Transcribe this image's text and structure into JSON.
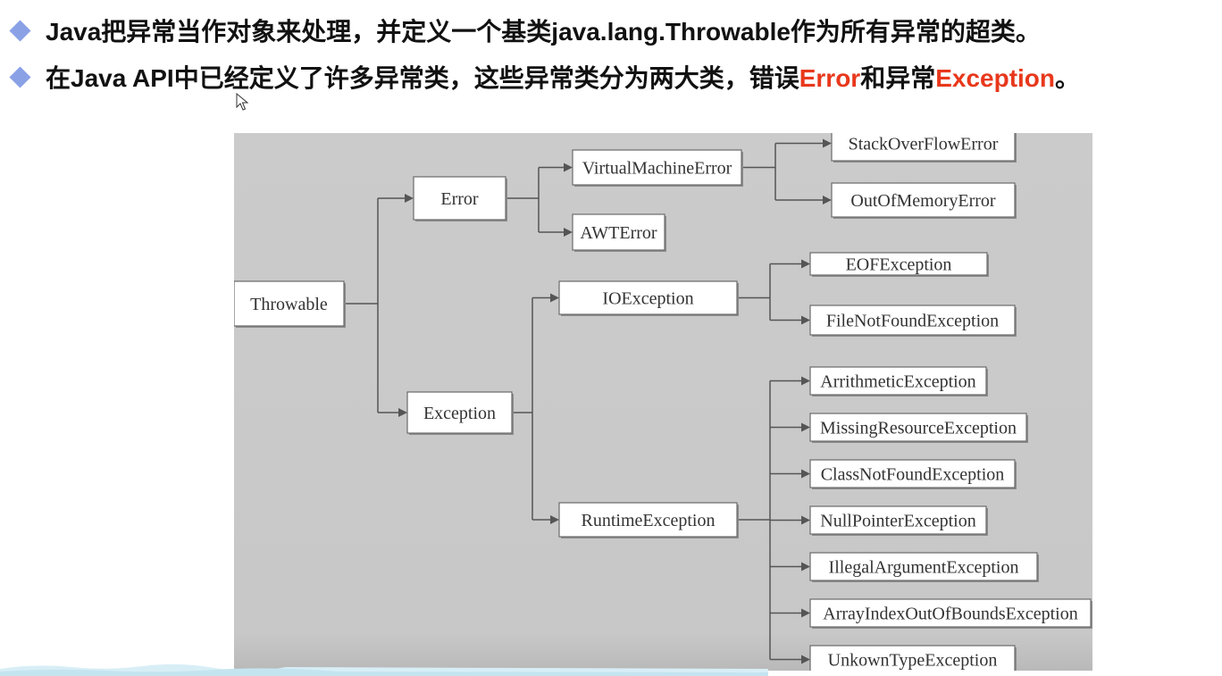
{
  "bullets": [
    {
      "segments": [
        {
          "text": "Java把异常当作对象来处理，并定义一个基类java.lang.Throwable作为所有异常的超类。",
          "accent": false
        }
      ]
    },
    {
      "segments": [
        {
          "text": "在Java API中已经定义了许多异常类，这些异常类分为两大类，错误",
          "accent": false
        },
        {
          "text": "Error",
          "accent": true
        },
        {
          "text": "和异常",
          "accent": false
        },
        {
          "text": "Exception",
          "accent": true
        },
        {
          "text": "。",
          "accent": false
        }
      ]
    }
  ],
  "colors": {
    "accent": "#e8381c",
    "bullet_marker": "#8aa1e6",
    "diagram_background": "#c9c9c9",
    "node_fill": "#ffffff"
  },
  "icons": {
    "bullet_marker": "diamond-icon",
    "pointer": "cursor-icon"
  },
  "diagram": {
    "nodes": [
      {
        "id": "throwable",
        "label": "Throwable"
      },
      {
        "id": "error",
        "label": "Error"
      },
      {
        "id": "exception",
        "label": "Exception"
      },
      {
        "id": "vme",
        "label": "VirtualMachineError"
      },
      {
        "id": "awt",
        "label": "AWTError"
      },
      {
        "id": "so",
        "label": "StackOverFlowError"
      },
      {
        "id": "oom",
        "label": "OutOfMemoryError"
      },
      {
        "id": "io",
        "label": "IOException"
      },
      {
        "id": "rt",
        "label": "RuntimeException"
      },
      {
        "id": "eof",
        "label": "EOFException"
      },
      {
        "id": "fnf",
        "label": "FileNotFoundException"
      },
      {
        "id": "arith",
        "label": "ArrithmeticException"
      },
      {
        "id": "mre",
        "label": "MissingResourceException"
      },
      {
        "id": "cnf",
        "label": "ClassNotFoundException"
      },
      {
        "id": "npe",
        "label": "NullPointerException"
      },
      {
        "id": "iae",
        "label": "IllegalArgumentException"
      },
      {
        "id": "aioobe",
        "label": "ArrayIndexOutOfBoundsException"
      },
      {
        "id": "ute",
        "label": "UnkownTypeException"
      }
    ],
    "edges": [
      {
        "from": "throwable",
        "to": [
          "error",
          "exception"
        ]
      },
      {
        "from": "error",
        "to": [
          "vme",
          "awt"
        ]
      },
      {
        "from": "vme",
        "to": [
          "so",
          "oom"
        ]
      },
      {
        "from": "exception",
        "to": [
          "io",
          "rt"
        ]
      },
      {
        "from": "io",
        "to": [
          "eof",
          "fnf"
        ]
      },
      {
        "from": "rt",
        "to": [
          "arith",
          "mre",
          "cnf",
          "npe",
          "iae",
          "aioobe",
          "ute"
        ]
      }
    ]
  }
}
